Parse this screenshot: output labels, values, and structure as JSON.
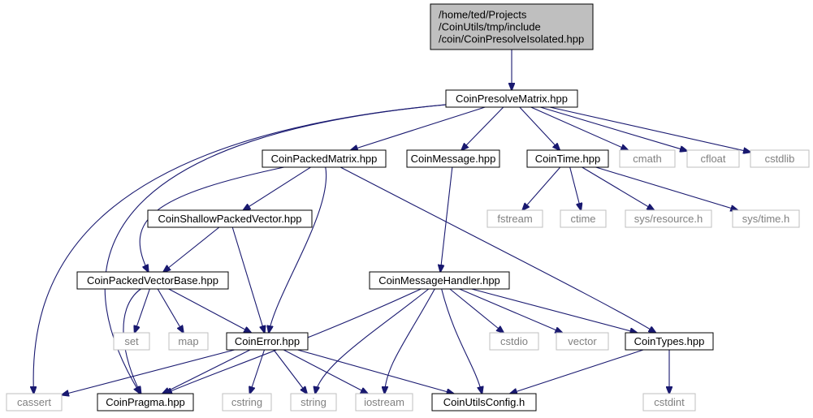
{
  "diagram": {
    "colors": {
      "edge": "#191970",
      "root_fill": "#bfbfbf",
      "system_border": "#bfbfbf",
      "system_text": "#808080"
    },
    "nodes": [
      {
        "id": "root",
        "kind": "root",
        "lines": [
          "/home/ted/Projects",
          "/CoinUtils/tmp/include",
          "/coin/CoinPresolveIsolated.hpp"
        ]
      },
      {
        "id": "presolve_matrix",
        "kind": "file",
        "lines": [
          "CoinPresolveMatrix.hpp"
        ]
      },
      {
        "id": "packed_matrix",
        "kind": "file",
        "lines": [
          "CoinPackedMatrix.hpp"
        ]
      },
      {
        "id": "message",
        "kind": "file",
        "lines": [
          "CoinMessage.hpp"
        ]
      },
      {
        "id": "time",
        "kind": "file",
        "lines": [
          "CoinTime.hpp"
        ]
      },
      {
        "id": "cmath",
        "kind": "system",
        "lines": [
          "cmath"
        ]
      },
      {
        "id": "cfloat",
        "kind": "system",
        "lines": [
          "cfloat"
        ]
      },
      {
        "id": "cstdlib",
        "kind": "system",
        "lines": [
          "cstdlib"
        ]
      },
      {
        "id": "shallow_packed_vector",
        "kind": "file",
        "lines": [
          "CoinShallowPackedVector.hpp"
        ]
      },
      {
        "id": "fstream",
        "kind": "system",
        "lines": [
          "fstream"
        ]
      },
      {
        "id": "ctime",
        "kind": "system",
        "lines": [
          "ctime"
        ]
      },
      {
        "id": "sys_resource",
        "kind": "system",
        "lines": [
          "sys/resource.h"
        ]
      },
      {
        "id": "sys_time",
        "kind": "system",
        "lines": [
          "sys/time.h"
        ]
      },
      {
        "id": "packed_vector_base",
        "kind": "file",
        "lines": [
          "CoinPackedVectorBase.hpp"
        ]
      },
      {
        "id": "message_handler",
        "kind": "file",
        "lines": [
          "CoinMessageHandler.hpp"
        ]
      },
      {
        "id": "set",
        "kind": "system",
        "lines": [
          "set"
        ]
      },
      {
        "id": "map",
        "kind": "system",
        "lines": [
          "map"
        ]
      },
      {
        "id": "error",
        "kind": "file",
        "lines": [
          "CoinError.hpp"
        ]
      },
      {
        "id": "cstdio",
        "kind": "system",
        "lines": [
          "cstdio"
        ]
      },
      {
        "id": "vector",
        "kind": "system",
        "lines": [
          "vector"
        ]
      },
      {
        "id": "types",
        "kind": "file",
        "lines": [
          "CoinTypes.hpp"
        ]
      },
      {
        "id": "cassert",
        "kind": "system",
        "lines": [
          "cassert"
        ]
      },
      {
        "id": "pragma",
        "kind": "file",
        "lines": [
          "CoinPragma.hpp"
        ]
      },
      {
        "id": "cstring",
        "kind": "system",
        "lines": [
          "cstring"
        ]
      },
      {
        "id": "string",
        "kind": "system",
        "lines": [
          "string"
        ]
      },
      {
        "id": "iostream",
        "kind": "system",
        "lines": [
          "iostream"
        ]
      },
      {
        "id": "utils_config",
        "kind": "file",
        "lines": [
          "CoinUtilsConfig.h"
        ]
      },
      {
        "id": "cstdint",
        "kind": "system",
        "lines": [
          "cstdint"
        ]
      }
    ],
    "edges": [
      {
        "from": "root",
        "to": "presolve_matrix"
      },
      {
        "from": "presolve_matrix",
        "to": "packed_matrix"
      },
      {
        "from": "presolve_matrix",
        "to": "message"
      },
      {
        "from": "presolve_matrix",
        "to": "time"
      },
      {
        "from": "presolve_matrix",
        "to": "cmath"
      },
      {
        "from": "presolve_matrix",
        "to": "cfloat"
      },
      {
        "from": "presolve_matrix",
        "to": "cstdlib"
      },
      {
        "from": "presolve_matrix",
        "to": "cassert"
      },
      {
        "from": "presolve_matrix",
        "to": "pragma"
      },
      {
        "from": "packed_matrix",
        "to": "shallow_packed_vector"
      },
      {
        "from": "packed_matrix",
        "to": "packed_vector_base"
      },
      {
        "from": "packed_matrix",
        "to": "error"
      },
      {
        "from": "packed_matrix",
        "to": "types"
      },
      {
        "from": "message",
        "to": "message_handler"
      },
      {
        "from": "time",
        "to": "fstream"
      },
      {
        "from": "time",
        "to": "ctime"
      },
      {
        "from": "time",
        "to": "sys_resource"
      },
      {
        "from": "time",
        "to": "sys_time"
      },
      {
        "from": "shallow_packed_vector",
        "to": "packed_vector_base"
      },
      {
        "from": "shallow_packed_vector",
        "to": "error"
      },
      {
        "from": "packed_vector_base",
        "to": "set"
      },
      {
        "from": "packed_vector_base",
        "to": "map"
      },
      {
        "from": "packed_vector_base",
        "to": "error"
      },
      {
        "from": "packed_vector_base",
        "to": "pragma"
      },
      {
        "from": "message_handler",
        "to": "cstdio"
      },
      {
        "from": "message_handler",
        "to": "vector"
      },
      {
        "from": "message_handler",
        "to": "types"
      },
      {
        "from": "message_handler",
        "to": "pragma"
      },
      {
        "from": "message_handler",
        "to": "string"
      },
      {
        "from": "message_handler",
        "to": "iostream"
      },
      {
        "from": "message_handler",
        "to": "utils_config"
      },
      {
        "from": "error",
        "to": "cassert"
      },
      {
        "from": "error",
        "to": "pragma"
      },
      {
        "from": "error",
        "to": "cstring"
      },
      {
        "from": "error",
        "to": "string"
      },
      {
        "from": "error",
        "to": "iostream"
      },
      {
        "from": "error",
        "to": "utils_config"
      },
      {
        "from": "types",
        "to": "utils_config"
      },
      {
        "from": "types",
        "to": "cstdint"
      }
    ]
  }
}
